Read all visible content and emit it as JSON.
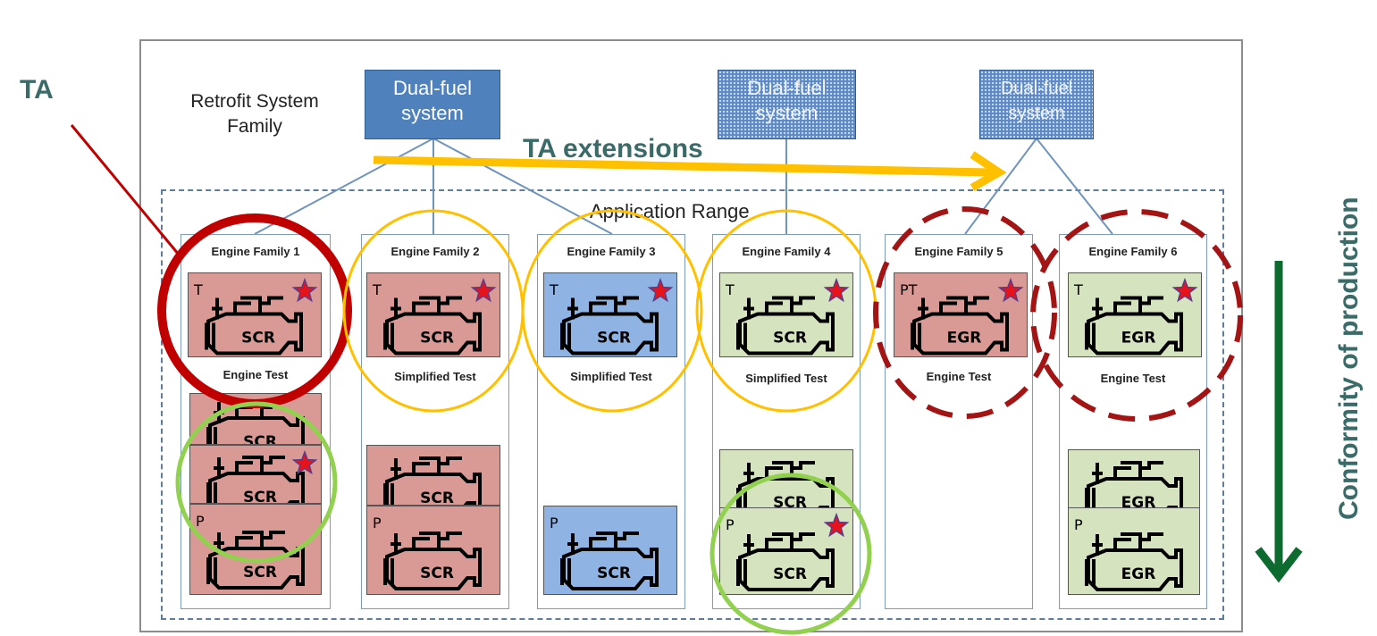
{
  "labels": {
    "ta": "TA",
    "ta_extensions": "TA extensions",
    "conformity": "Conformity of production",
    "family_line1": "Retrofit System",
    "family_line2": "Family",
    "application_range": "Application Range"
  },
  "systems": [
    {
      "line1": "Dual-fuel",
      "line2": "system"
    },
    {
      "line1": "Dual-fuel",
      "line2": "system"
    },
    {
      "line1": "Dual-fuel",
      "line2": "system"
    }
  ],
  "engine_families": [
    {
      "label": "Engine Family 1",
      "test": "Engine Test"
    },
    {
      "label": "Engine Family 2",
      "test": "Simplified Test"
    },
    {
      "label": "Engine Family 3",
      "test": "Simplified Test"
    },
    {
      "label": "Engine Family 4",
      "test": "Simplified Test"
    },
    {
      "label": "Engine Family 5",
      "test": "Engine Test"
    },
    {
      "label": "Engine Family 6",
      "test": "Engine Test"
    }
  ],
  "tech": {
    "scr": "SCR",
    "egr": "EGR"
  },
  "prefix": {
    "t": "T",
    "p": "P",
    "pt": "PT"
  },
  "colors": {
    "pink": "#d99a95",
    "blue": "#8fb4e3",
    "green": "#d5e4bf",
    "system_blue": "#4f81bd",
    "ta_red": "#c00000",
    "orange": "#ffc000",
    "light_green": "#92d050",
    "arrow_green": "#0e6b2f",
    "text_teal": "#3b6b68"
  }
}
